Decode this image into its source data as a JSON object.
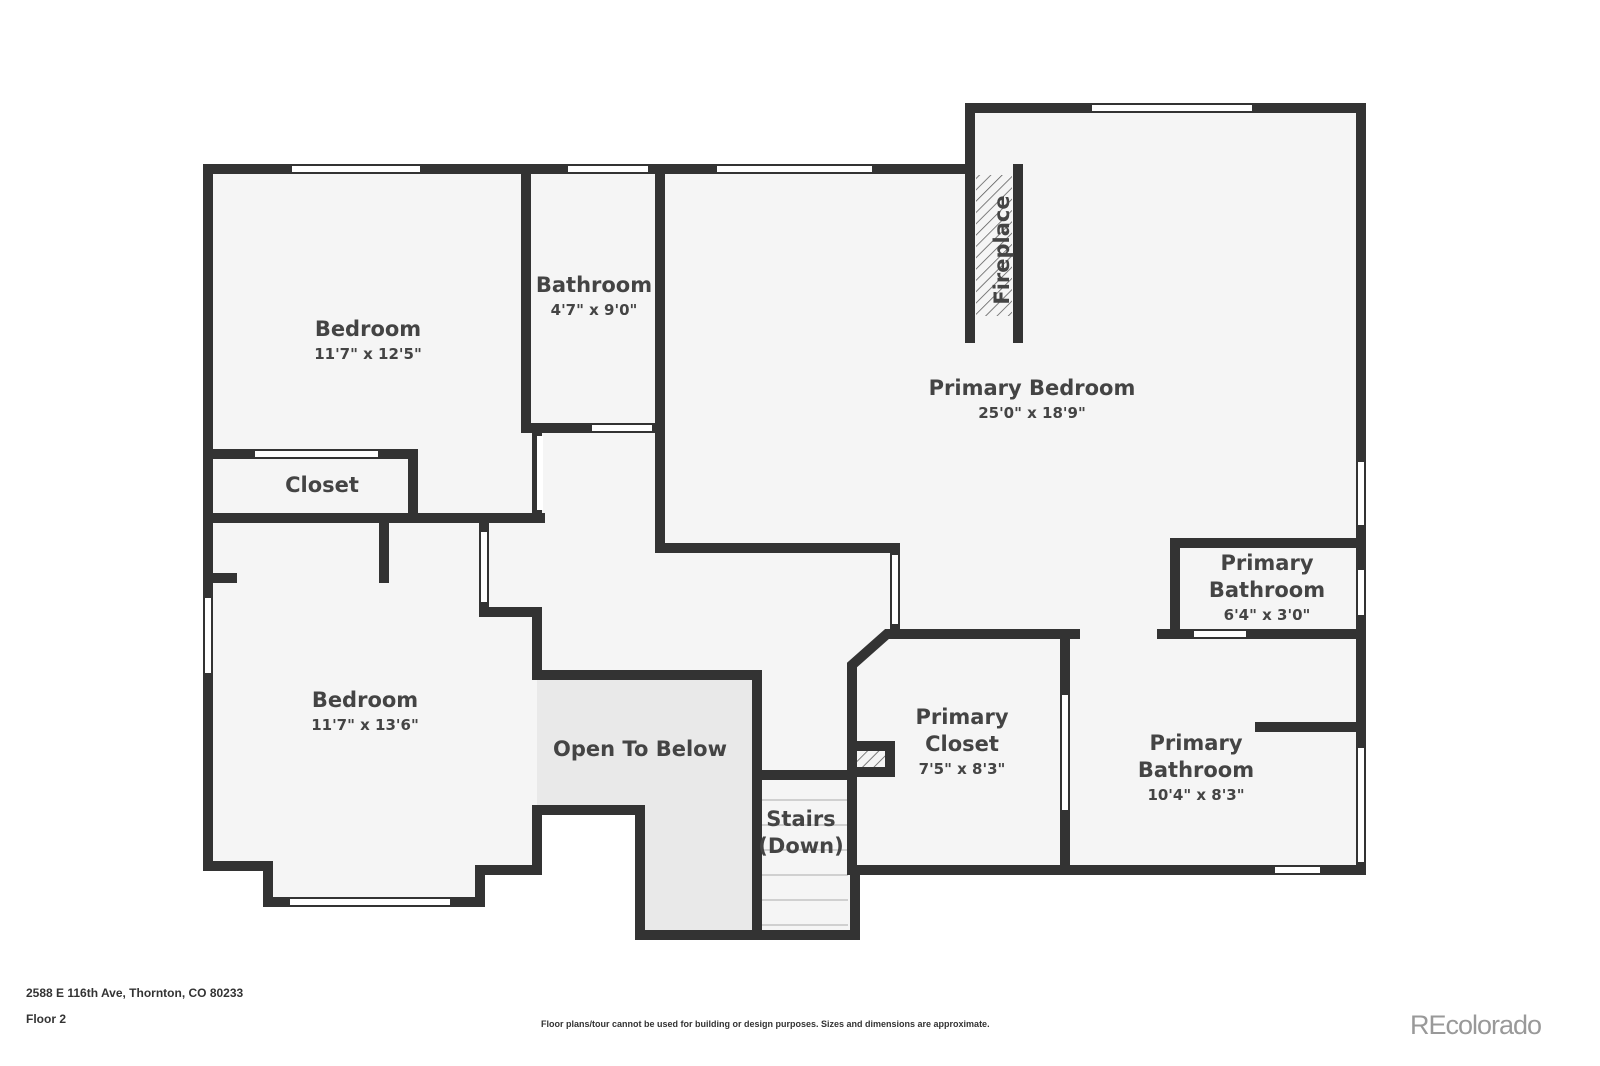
{
  "rooms": {
    "bedroom1": {
      "name": "Bedroom",
      "dim": "11'7\" x 12'5\""
    },
    "bathroom": {
      "name": "Bathroom",
      "dim": "4'7\" x 9'0\""
    },
    "primary_bedroom": {
      "name": "Primary Bedroom",
      "dim": "25'0\" x 18'9\""
    },
    "fireplace": {
      "name": "Fireplace"
    },
    "closet": {
      "name": "Closet"
    },
    "bedroom2": {
      "name": "Bedroom",
      "dim": "11'7\" x 13'6\""
    },
    "open_to_below": {
      "name": "Open To Below"
    },
    "stairs": {
      "name_line1": "Stairs",
      "name_line2": "(Down)"
    },
    "primary_closet": {
      "name_line1": "Primary",
      "name_line2": "Closet",
      "dim": "7'5\" x 8'3\""
    },
    "primary_bath_small": {
      "name_line1": "Primary",
      "name_line2": "Bathroom",
      "dim": "6'4\" x 3'0\""
    },
    "primary_bath": {
      "name_line1": "Primary",
      "name_line2": "Bathroom",
      "dim": "10'4\" x 8'3\""
    }
  },
  "footer": {
    "address": "2588 E 116th Ave, Thornton, CO 80233",
    "floor": "Floor 2",
    "disclaimer": "Floor plans/tour cannot be used for building or design purposes. Sizes and dimensions are approximate.",
    "brand": "REcolorado"
  },
  "colors": {
    "wall": "#333333",
    "floor": "#f5f5f5",
    "open_area": "#e9e9e9"
  }
}
